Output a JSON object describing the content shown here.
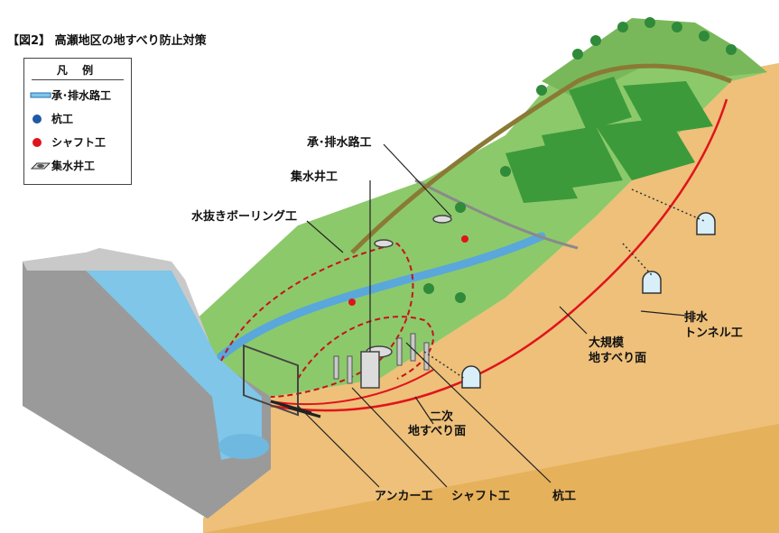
{
  "title": "【図2】 高瀬地区の地すべり防止対策",
  "legend": {
    "heading": "凡 例",
    "items": [
      {
        "label": "承･排水路工",
        "icon": "channel-icon",
        "color": "#3b83c4"
      },
      {
        "label": "杭工",
        "icon": "blue-dot-icon",
        "color": "#1f5aa6"
      },
      {
        "label": "シャフト工",
        "icon": "red-dot-icon",
        "color": "#e0141b"
      },
      {
        "label": "集水井工",
        "icon": "well-icon",
        "color": "#555555"
      }
    ]
  },
  "labels": {
    "drainage_channel": "承･排水路工",
    "collection_well": "集水井工",
    "drain_boring": "水抜きボーリング工",
    "drain_tunnel_line1": "排水",
    "drain_tunnel_line2": "トンネル工",
    "large_slide_line1": "大規模",
    "large_slide_line2": "地すべり面",
    "secondary_slide_line1": "二次",
    "secondary_slide_line2": "地すべり面",
    "anchor": "アンカー工",
    "shaft": "シャフト工",
    "pile": "杭工"
  },
  "colors": {
    "grass": "#8cc96b",
    "soil": "#e6b15b",
    "water": "#7fc6e8",
    "slide_line": "#e0141b",
    "dam": "#9a9a9a"
  }
}
